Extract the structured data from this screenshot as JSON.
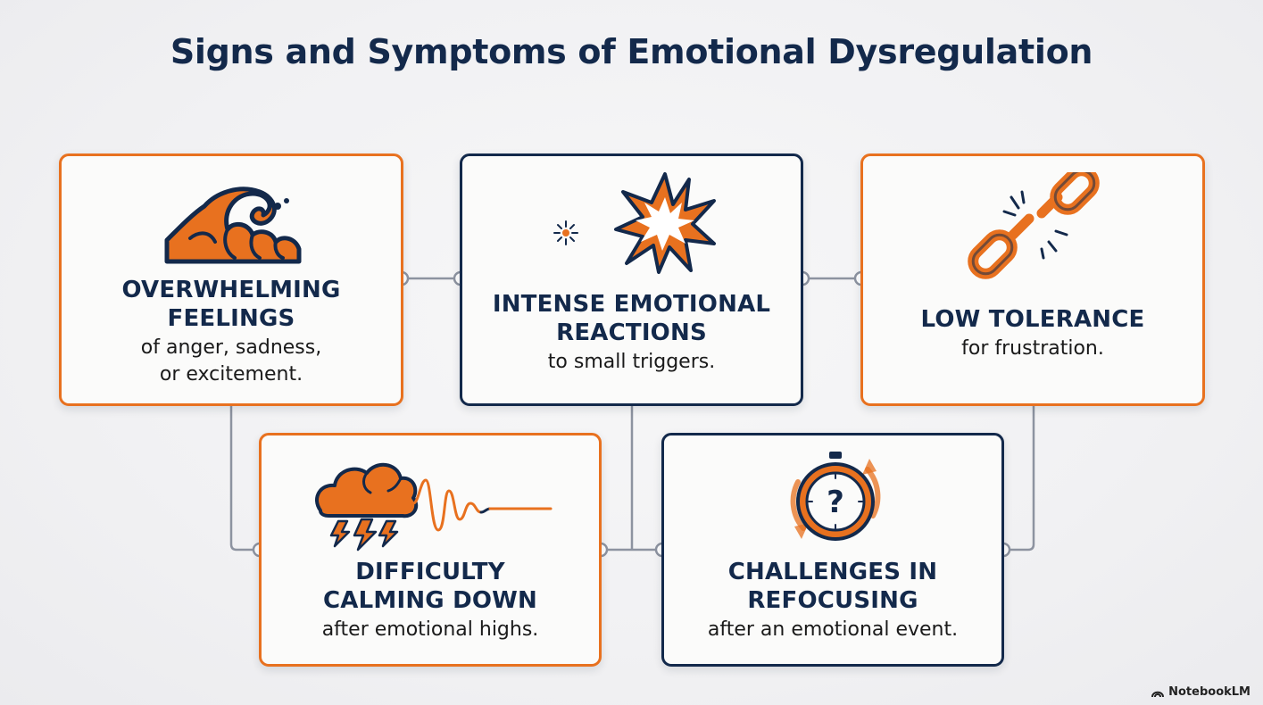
{
  "title": "Signs and Symptoms of Emotional Dysregulation",
  "cards": [
    {
      "id": "overwhelming",
      "heading": [
        "OVERWHELMING",
        "FEELINGS"
      ],
      "desc": [
        "of anger, sadness,",
        "or excitement."
      ],
      "icon": "wave-icon"
    },
    {
      "id": "intense",
      "heading": [
        "INTENSE EMOTIONAL",
        "REACTIONS"
      ],
      "desc": [
        "to small triggers."
      ],
      "icon": "explosion-icon"
    },
    {
      "id": "tolerance",
      "heading": [
        "LOW TOLERANCE"
      ],
      "desc": [
        "for frustration."
      ],
      "icon": "broken-chain-icon"
    },
    {
      "id": "calming",
      "heading": [
        "DIFFICULTY",
        "CALMING DOWN"
      ],
      "desc": [
        "after emotional highs."
      ],
      "icon": "storm-cloud-icon"
    },
    {
      "id": "refocusing",
      "heading": [
        "CHALLENGES IN",
        "REFOCUSING"
      ],
      "desc": [
        "after an emotional event."
      ],
      "icon": "stopwatch-question-icon"
    }
  ],
  "brand": "NotebookLM",
  "colors": {
    "accent": "#e8711f",
    "navy": "#13294b",
    "connector": "#8d93a0",
    "background": "#f1f1f3"
  }
}
